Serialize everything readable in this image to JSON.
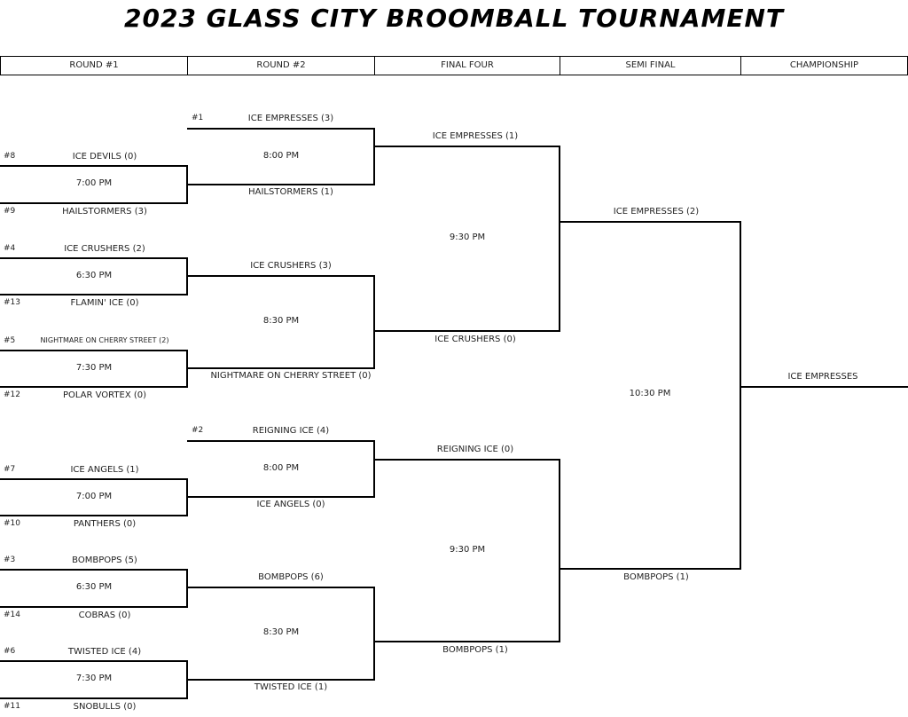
{
  "title": "2023 GLASS CITY BROOMBALL TOURNAMENT",
  "rounds": [
    "ROUND #1",
    "ROUND #2",
    "FINAL FOUR",
    "SEMI FINAL",
    "CHAMPIONSHIP"
  ],
  "round1": [
    {
      "top_seed": "#8",
      "top": "ICE DEVILS (0)",
      "time": "7:00 PM",
      "bottom_seed": "#9",
      "bottom": "HAILSTORMERS (3)"
    },
    {
      "top_seed": "#4",
      "top": "ICE CRUSHERS (2)",
      "time": "6:30 PM",
      "bottom_seed": "#13",
      "bottom": "FLAMIN' ICE (0)"
    },
    {
      "top_seed": "#5",
      "top": "NIGHTMARE ON CHERRY STREET (2)",
      "time": "7:30 PM",
      "bottom_seed": "#12",
      "bottom": "POLAR VORTEX (0)"
    },
    {
      "top_seed": "#7",
      "top": "ICE ANGELS (1)",
      "time": "7:00 PM",
      "bottom_seed": "#10",
      "bottom": "PANTHERS (0)"
    },
    {
      "top_seed": "#3",
      "top": "BOMBPOPS (5)",
      "time": "6:30 PM",
      "bottom_seed": "#14",
      "bottom": "COBRAS (0)"
    },
    {
      "top_seed": "#6",
      "top": "TWISTED ICE (4)",
      "time": "7:30 PM",
      "bottom_seed": "#11",
      "bottom": "SNOBULLS (0)"
    }
  ],
  "round2": [
    {
      "top_seed": "#1",
      "top": "ICE EMPRESSES (3)",
      "time": "8:00 PM",
      "bottom": "HAILSTORMERS (1)"
    },
    {
      "top": "ICE CRUSHERS (3)",
      "time": "8:30 PM",
      "bottom": "NIGHTMARE ON CHERRY STREET (0)"
    },
    {
      "top_seed": "#2",
      "top": "REIGNING ICE (4)",
      "time": "8:00 PM",
      "bottom": "ICE ANGELS (0)"
    },
    {
      "top": "BOMBPOPS (6)",
      "time": "8:30 PM",
      "bottom": "TWISTED ICE (1)"
    }
  ],
  "final_four": [
    {
      "top": "ICE EMPRESSES (1)",
      "time": "9:30 PM",
      "bottom": "ICE CRUSHERS (0)"
    },
    {
      "top": "REIGNING ICE (0)",
      "time": "9:30 PM",
      "bottom": "BOMBPOPS (1)"
    }
  ],
  "semi_final": {
    "top": "ICE EMPRESSES (2)",
    "time": "10:30 PM",
    "bottom": "BOMBPOPS (1)"
  },
  "champion": "ICE EMPRESSES"
}
